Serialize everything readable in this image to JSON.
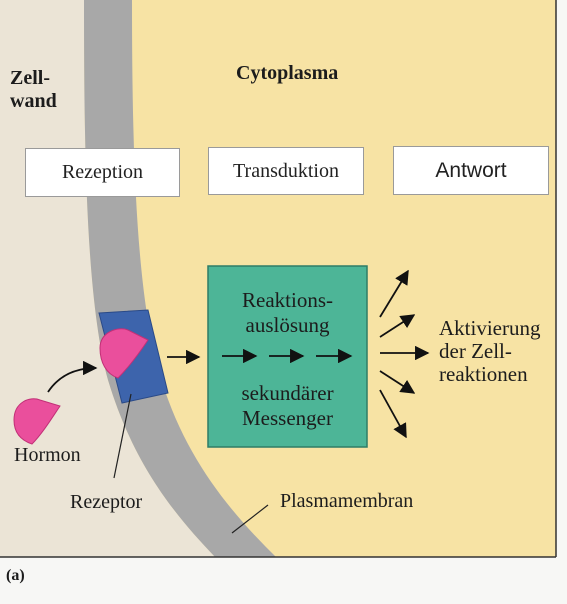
{
  "colors": {
    "cell_wall": "#ebe4d6",
    "cytoplasm": "#f7e3a4",
    "membrane": "#a8a8a8",
    "receptor": "#3d64ac",
    "hormone": "#ea4f9c",
    "response_box": "#4db597",
    "label_box_border": "#9a9a9a"
  },
  "labels": {
    "zellwand": "Zell-\nwand",
    "cytoplasma": "Cytoplasma",
    "hormon": "Hormon",
    "rezeptor": "Rezeptor",
    "plasmamembran": "Plasmamembran",
    "aktivierung": "Aktivierung\nder Zell-\nreaktionen",
    "panel": "(a)"
  },
  "stages": {
    "rezeption": "Rezeption",
    "transduktion": "Transduktion",
    "antwort": "Antwort"
  },
  "response_box": {
    "top_text": "Reaktions-\nauslösung",
    "bottom_text": "sekundärer\nMessenger"
  }
}
